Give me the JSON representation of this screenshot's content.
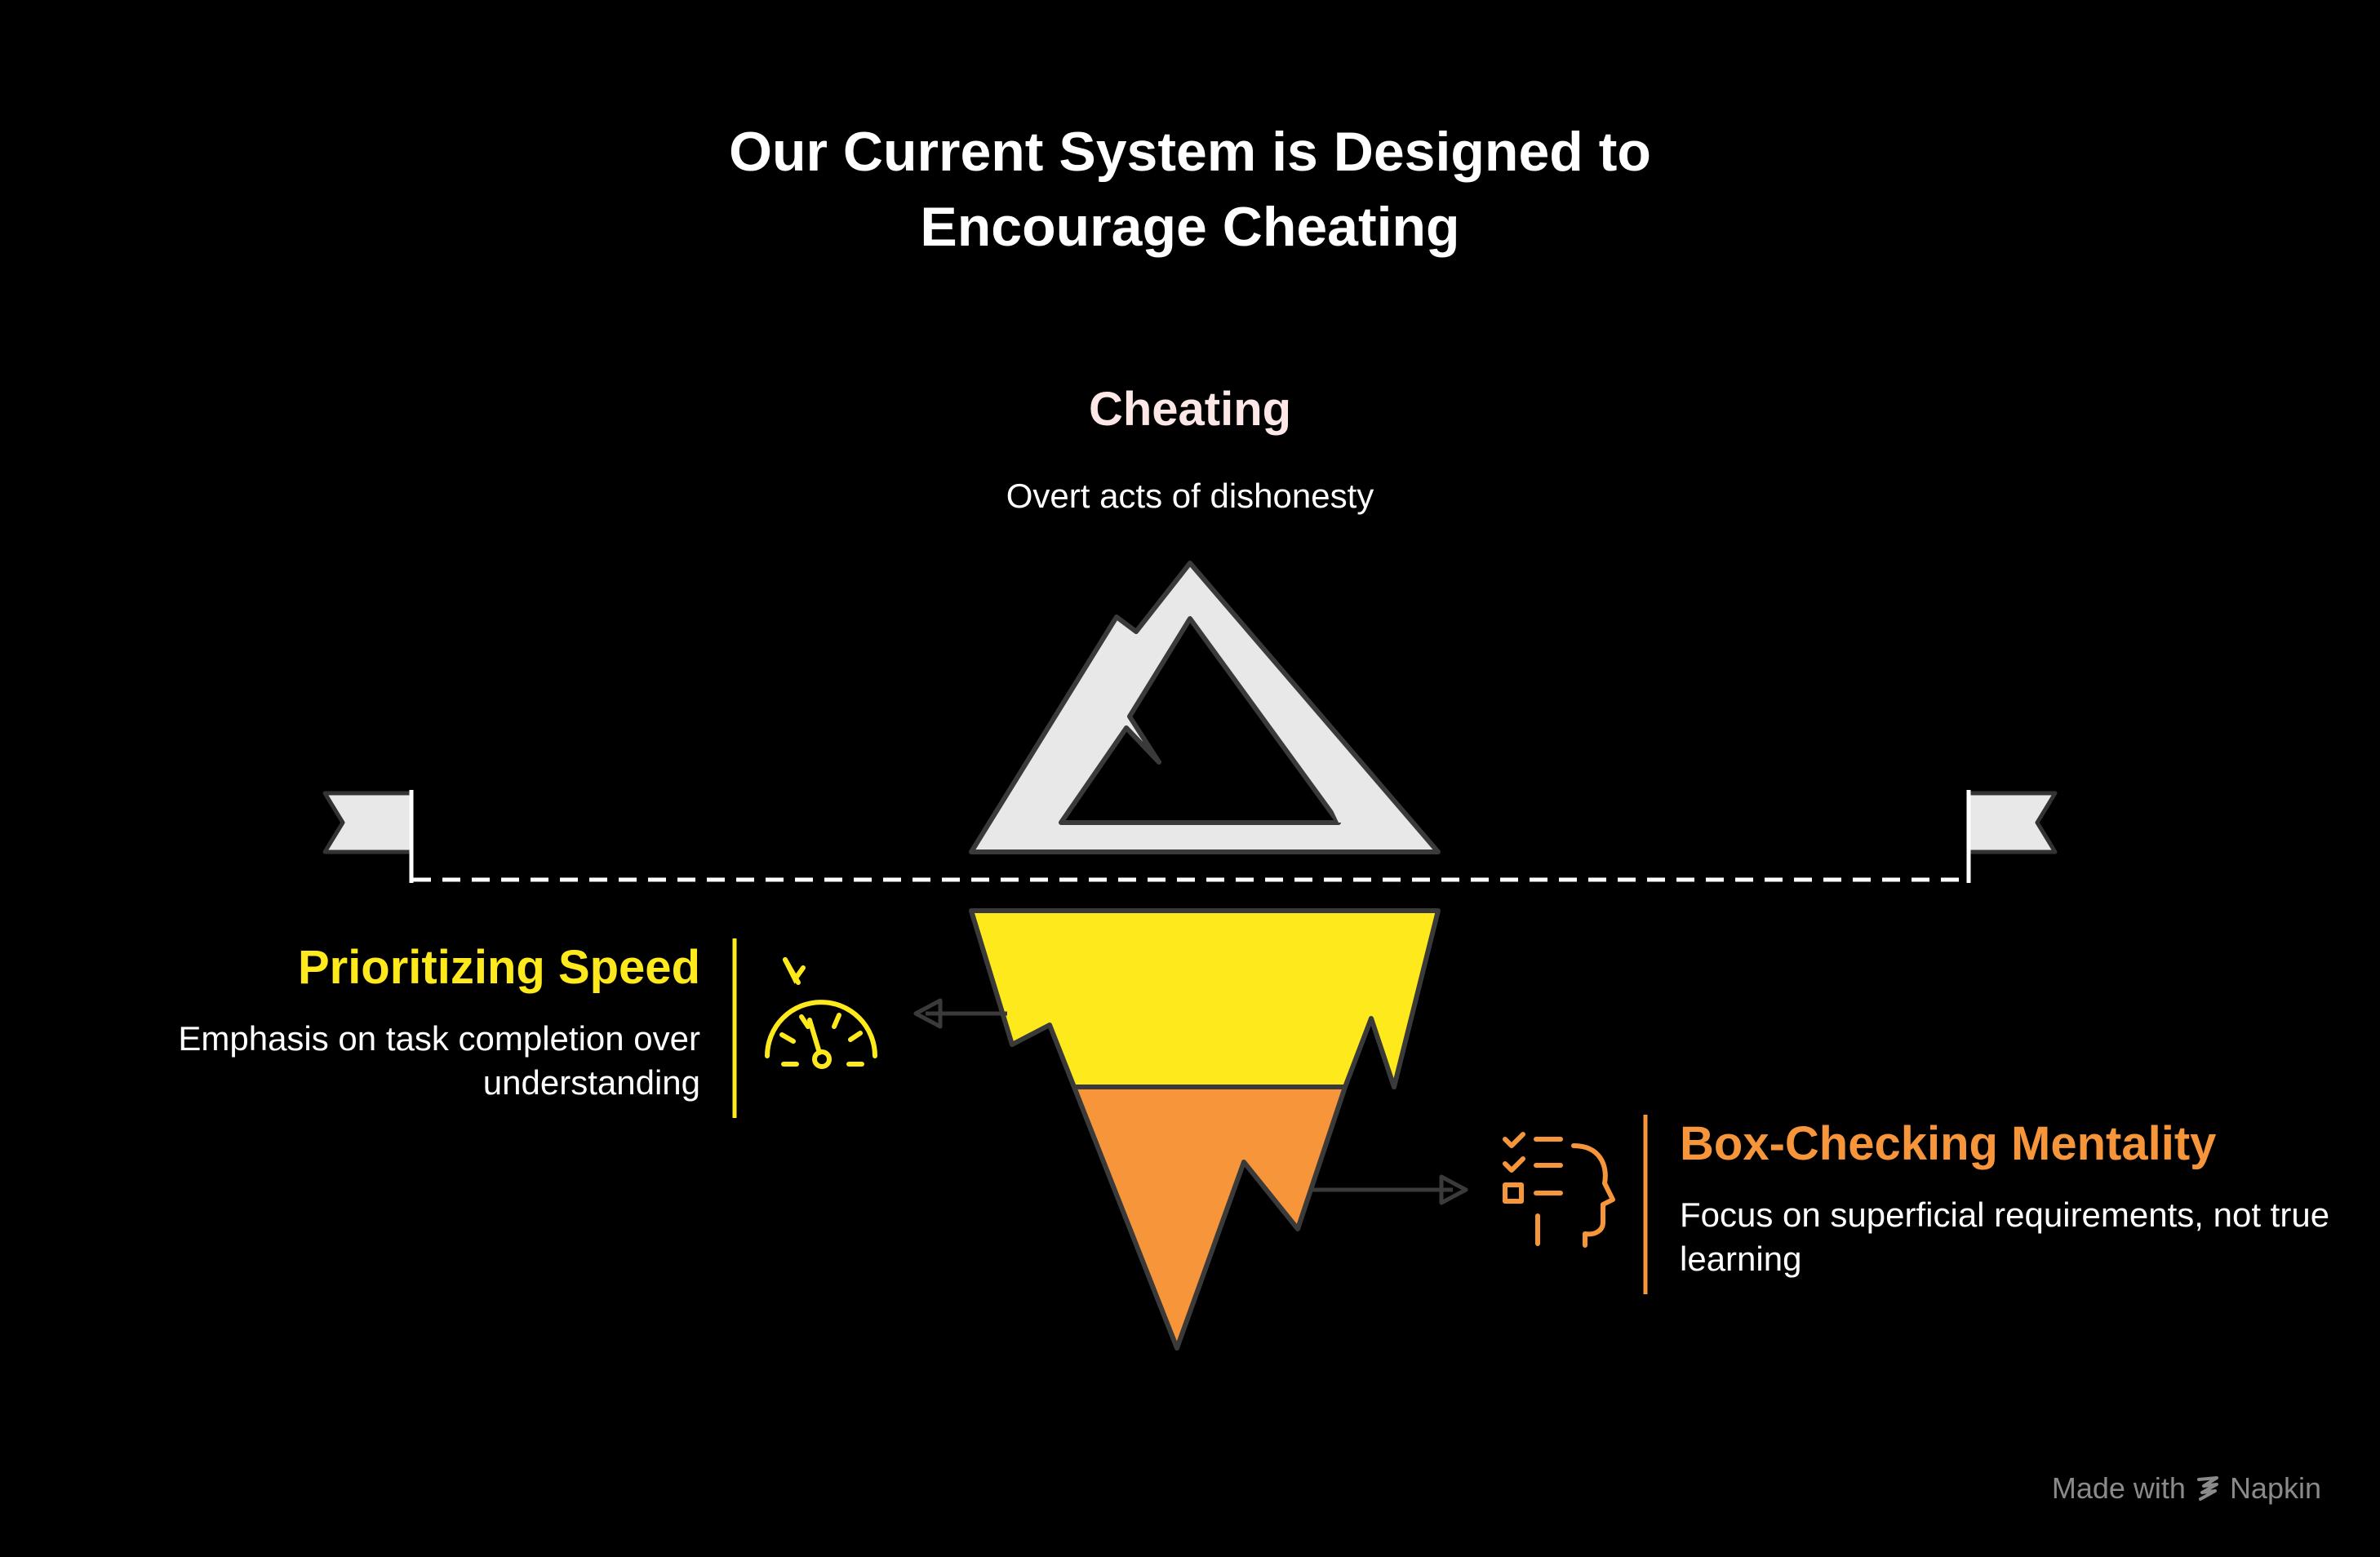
{
  "title": {
    "line1": "Our Current System is Designed to",
    "line2": "Encourage Cheating"
  },
  "top_layer": {
    "heading": "Cheating",
    "description": "Overt acts of dishonesty"
  },
  "left_layer": {
    "heading": "Prioritizing Speed",
    "description": "Emphasis on task completion over understanding",
    "icon": "speedometer-icon",
    "color": "#fde91c"
  },
  "right_layer": {
    "heading": "Box-Checking Mentality",
    "description": "Focus on superficial requirements, not true learning",
    "icon": "checklist-head-icon",
    "color": "#f6953a"
  },
  "colors": {
    "background": "#000000",
    "iceberg_tip": "#e8e8e8",
    "middle_layer": "#fde91c",
    "bottom_layer": "#f6953a"
  },
  "footer": {
    "made_with": "Made with",
    "brand": "Napkin"
  }
}
